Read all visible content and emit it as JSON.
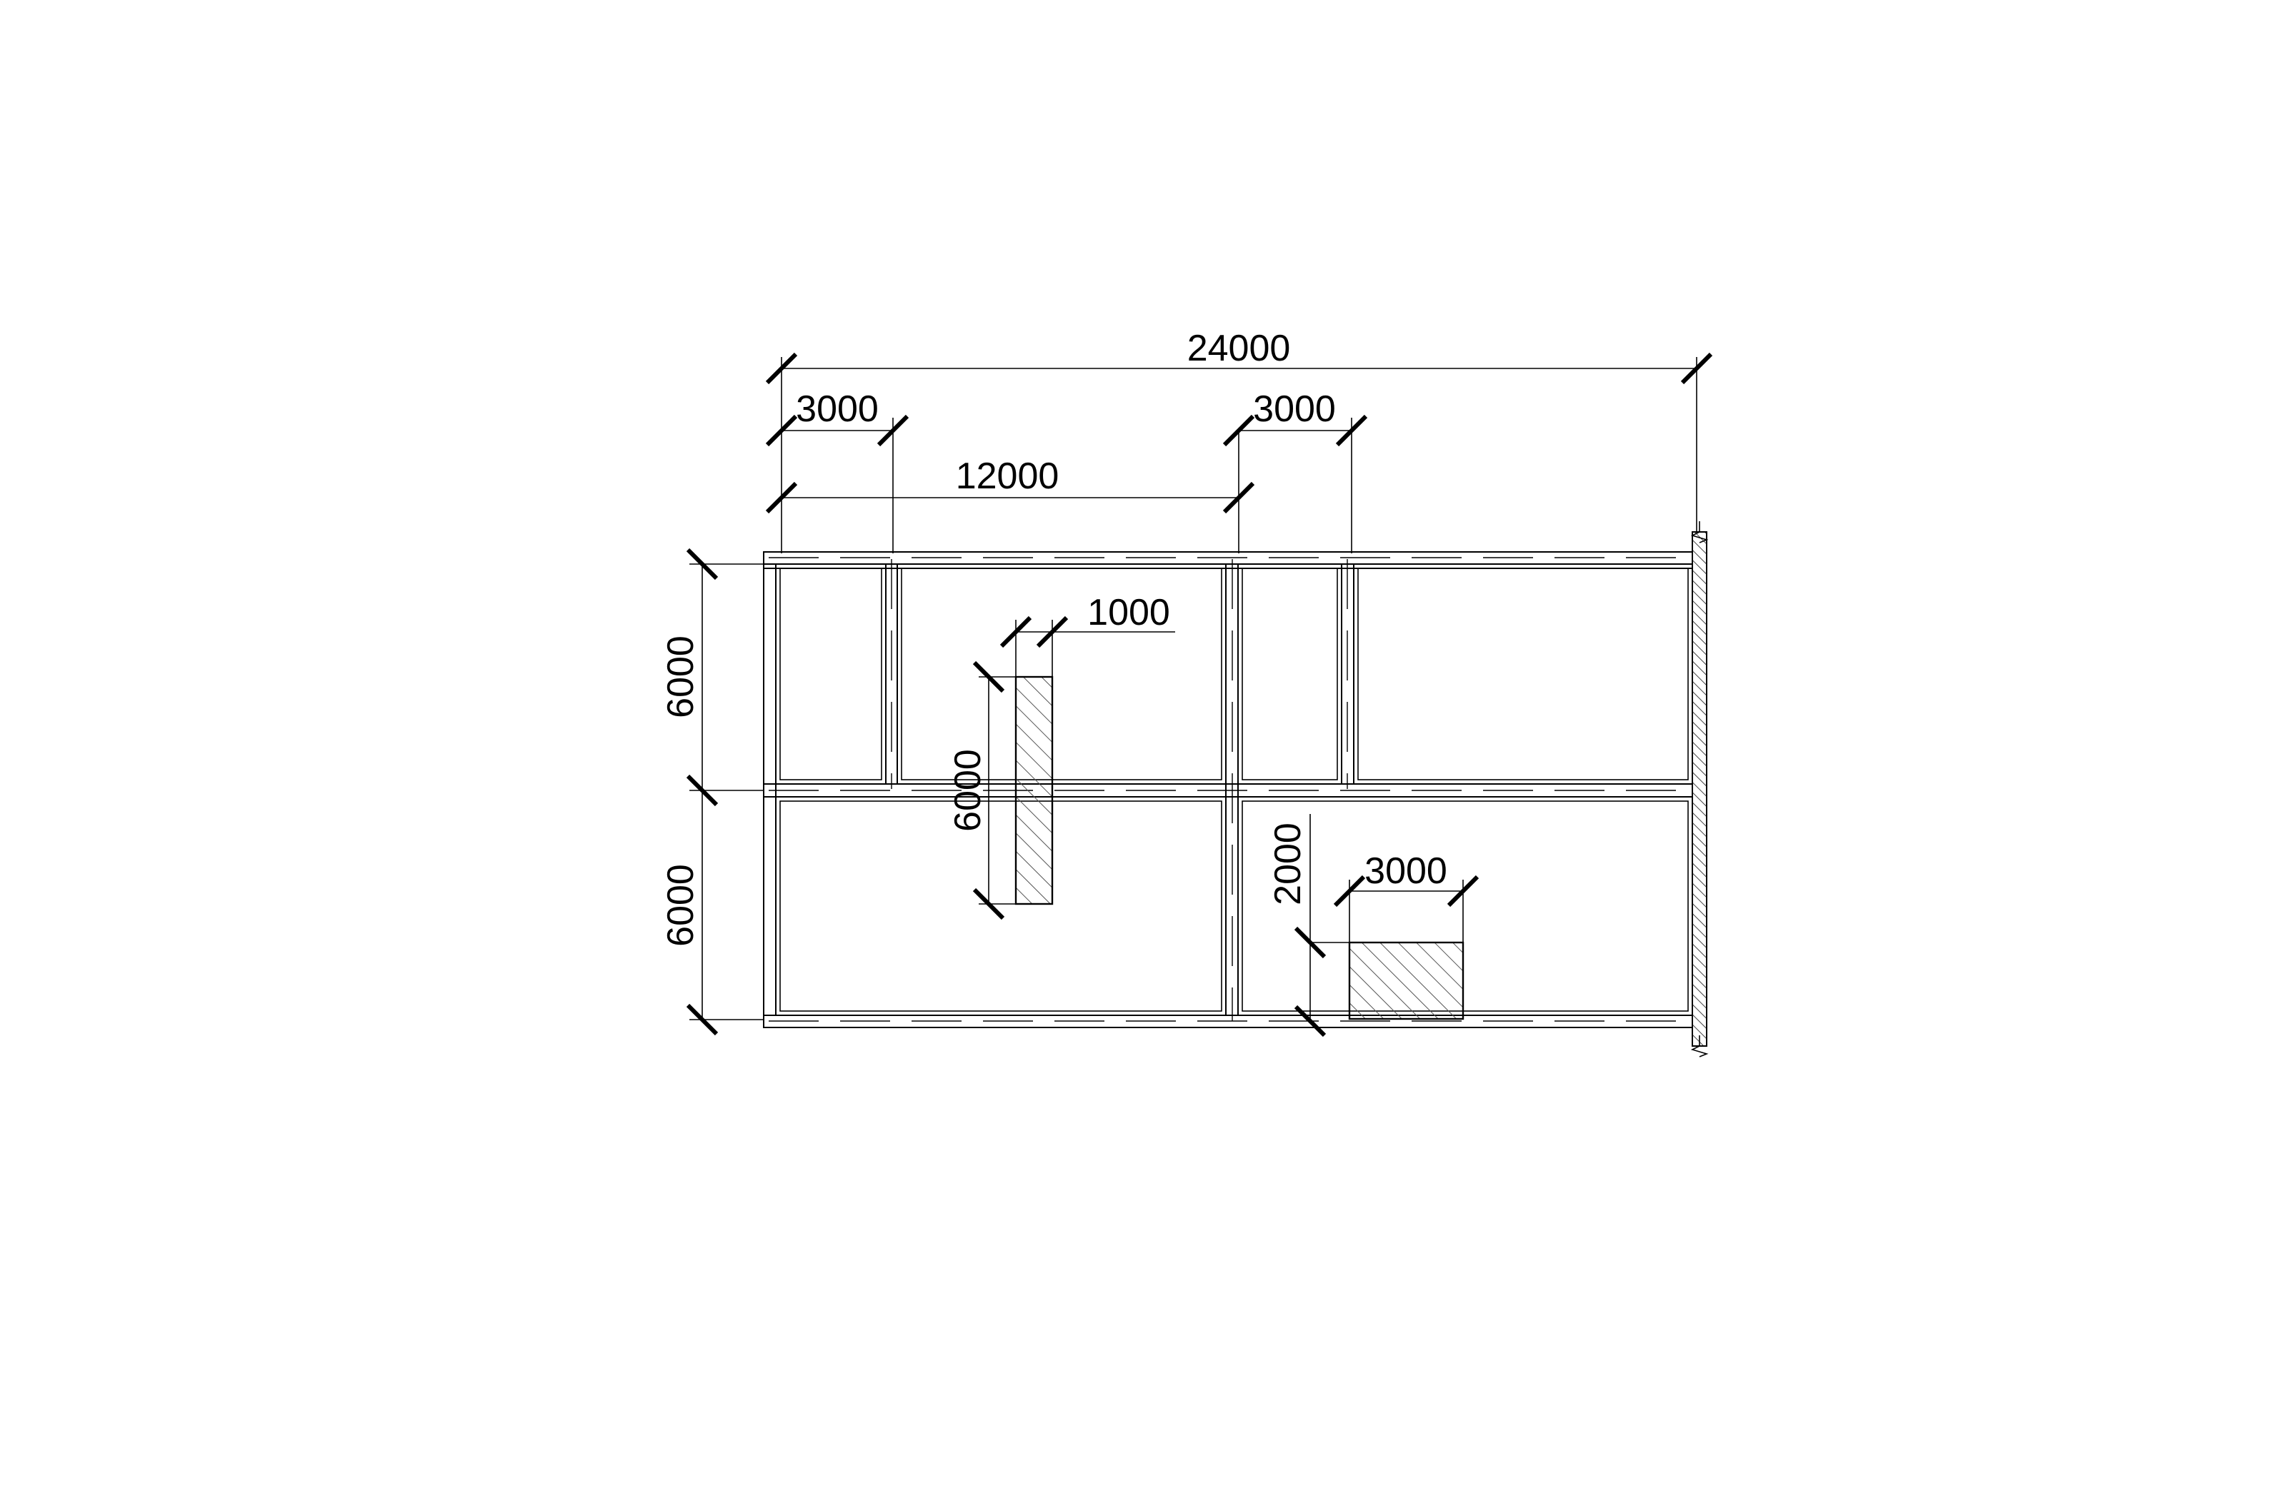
{
  "drawing": {
    "dimensions": {
      "overall_width": "24000",
      "bay_left": "3000",
      "bay_middle": "3000",
      "span_left": "12000",
      "opening_a_width": "1000",
      "opening_a_height": "6000",
      "row_top": "6000",
      "row_bottom": "6000",
      "opening_b_offset": "2000",
      "opening_b_width": "3000"
    },
    "colors": {
      "line": "#000000",
      "background": "#ffffff"
    }
  }
}
